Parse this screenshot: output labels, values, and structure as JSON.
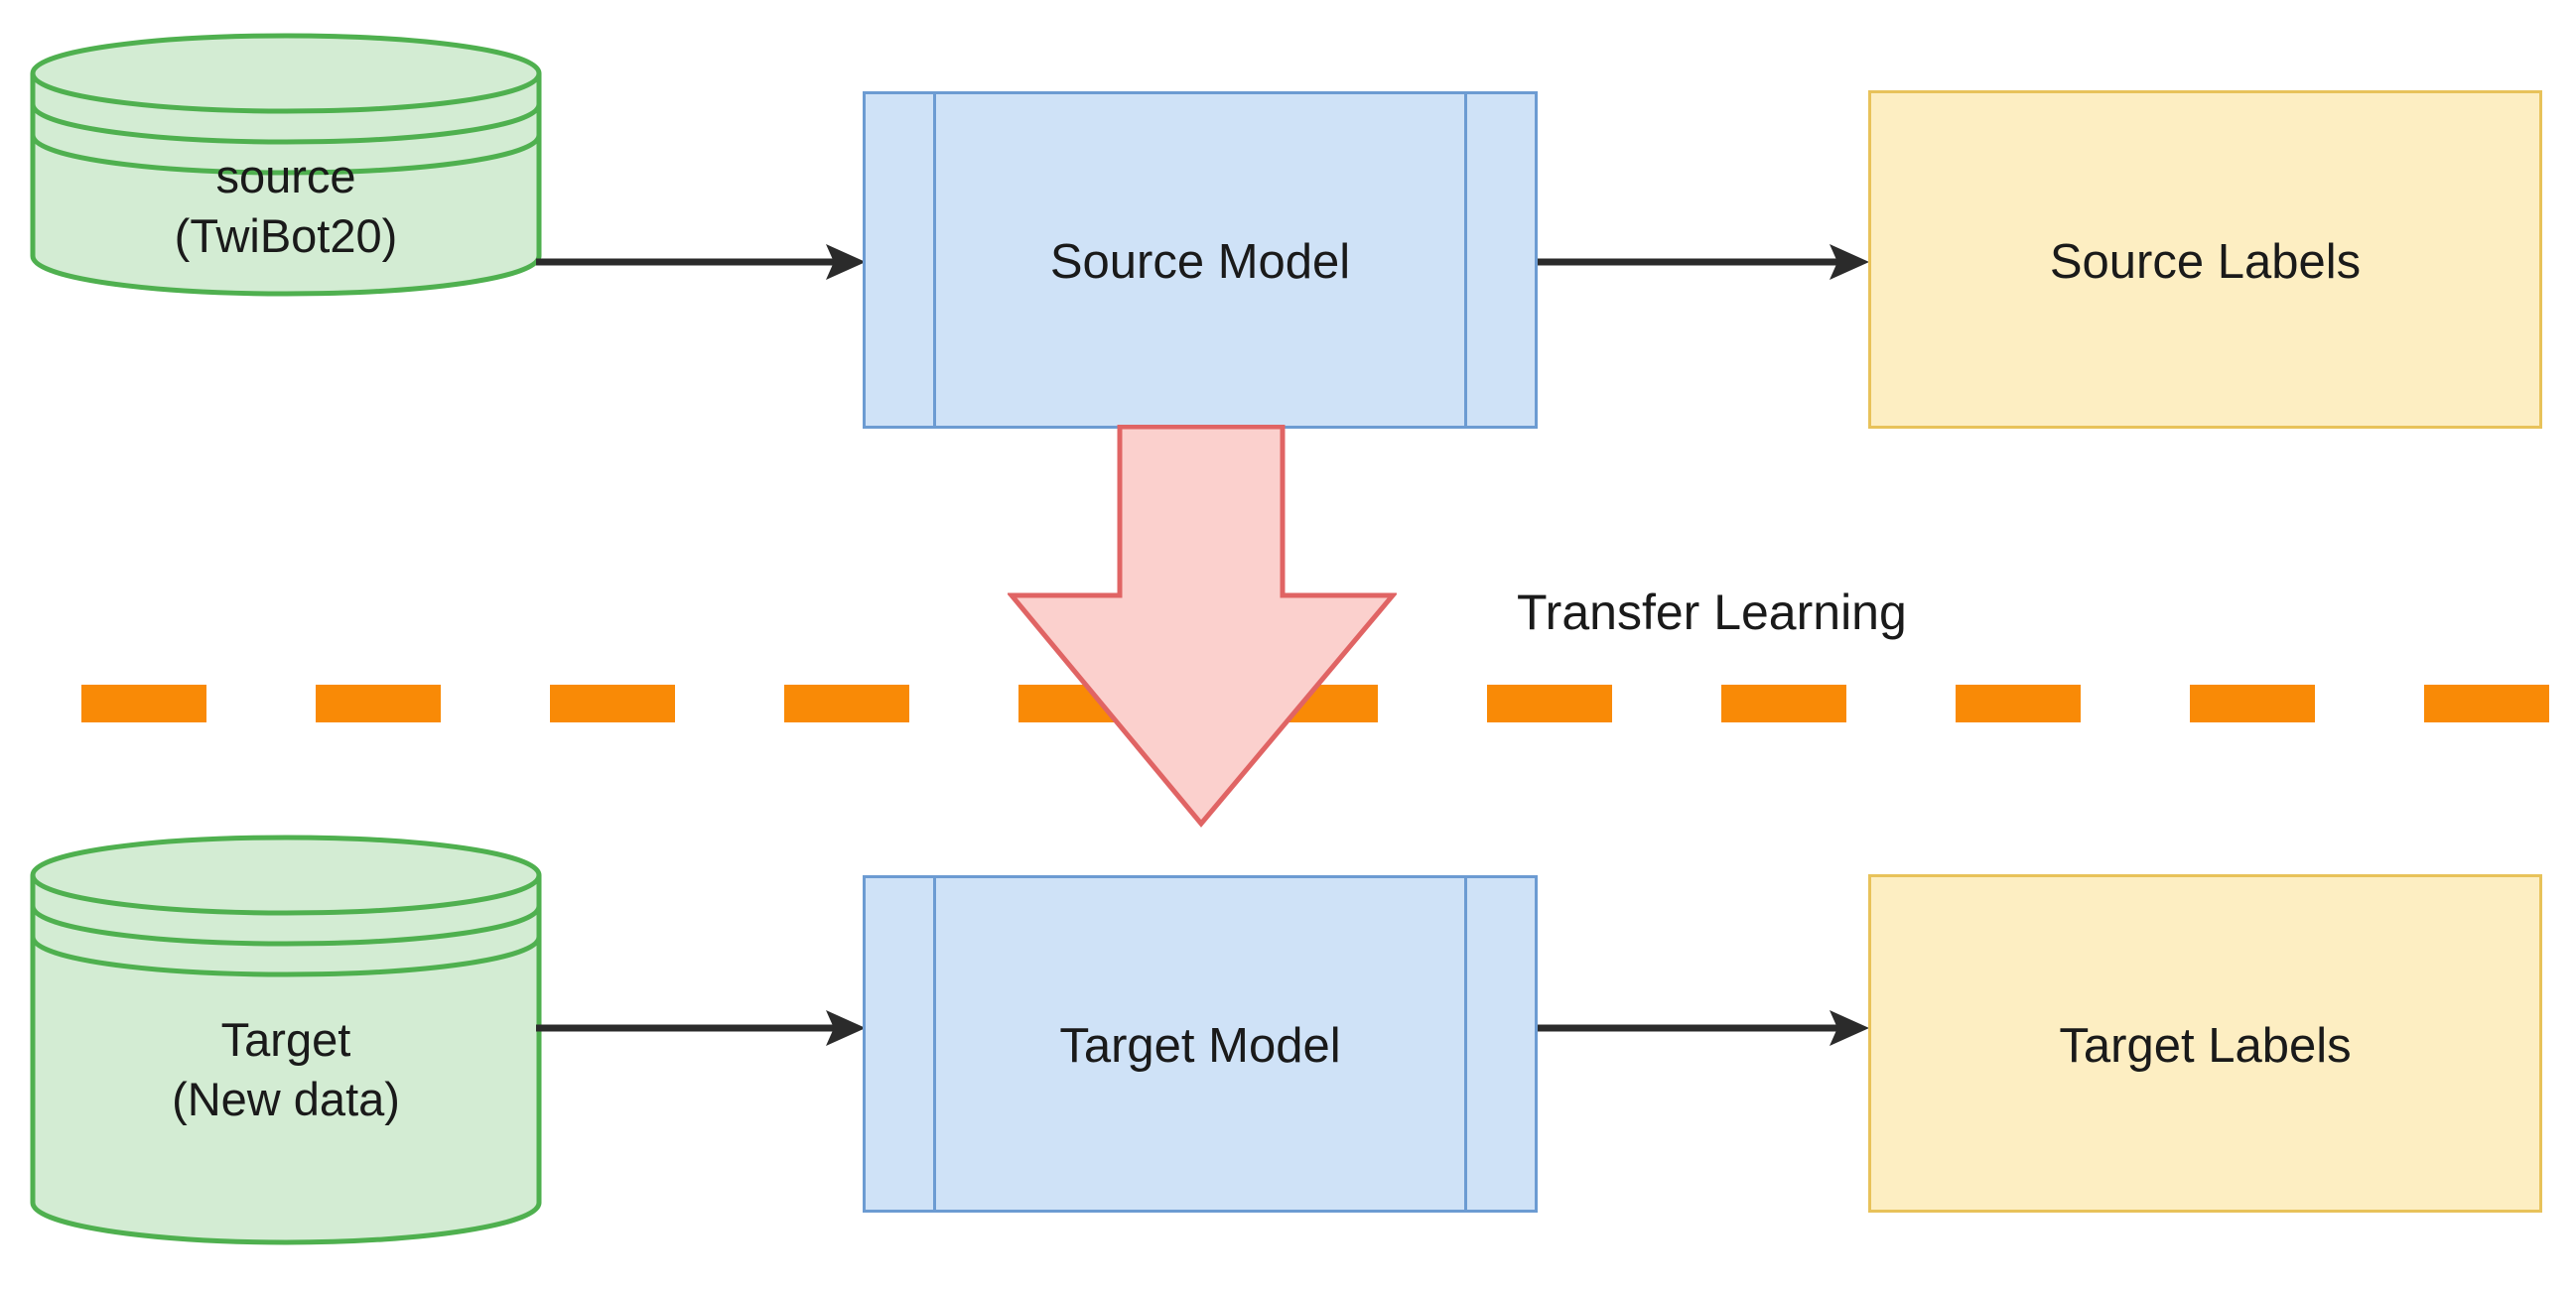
{
  "diagram": {
    "title": "Transfer Learning pipeline",
    "colors": {
      "datastore_fill": "#d3ecd3",
      "datastore_stroke": "#4fb04f",
      "model_fill": "#cfe2f7",
      "model_stroke": "#6c9bd2",
      "labels_fill": "#fdeec2",
      "labels_stroke": "#e8c25a",
      "divider": "#f98a06",
      "transfer_arrow_fill": "#fbd0cd",
      "transfer_arrow_stroke": "#e06464",
      "connector": "#2b2b2b",
      "text": "#1a1a1a",
      "background": "#ffffff"
    },
    "source_row": {
      "datastore": {
        "label": "source\n(TwiBot20)",
        "shape": "cylinder-icon"
      },
      "model": {
        "label": "Source Model",
        "shape": "process-icon"
      },
      "labels": {
        "label": "Source Labels",
        "shape": "rectangle-icon"
      },
      "arrow_data_to_model": "arrow-right-icon",
      "arrow_model_to_labels": "arrow-right-icon"
    },
    "target_row": {
      "datastore": {
        "label": "Target\n(New data)",
        "shape": "cylinder-icon"
      },
      "model": {
        "label": "Target Model",
        "shape": "process-icon"
      },
      "labels": {
        "label": "Target Labels",
        "shape": "rectangle-icon"
      },
      "arrow_data_to_model": "arrow-right-icon",
      "arrow_model_to_labels": "arrow-right-icon"
    },
    "transfer": {
      "caption": "Transfer Learning",
      "arrow": "arrow-down-thick-icon",
      "divider": "dashed-separator-icon"
    }
  }
}
